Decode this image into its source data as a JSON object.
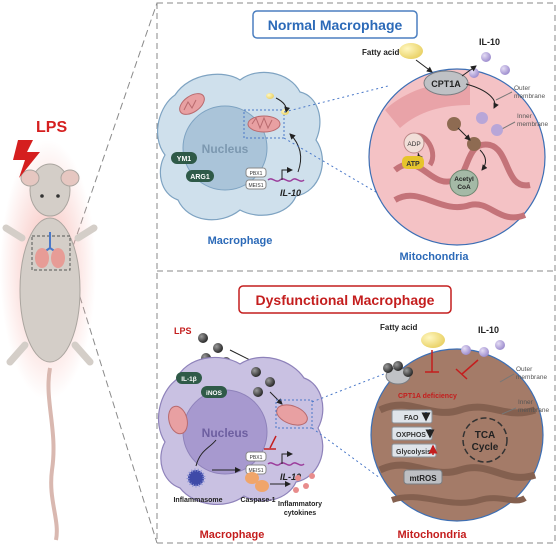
{
  "lps_main": "LPS",
  "normal": {
    "title": "Normal Macrophage",
    "fatty_acid": "Fatty acid",
    "il10": "IL-10",
    "cpt1a": "CPT1A",
    "outer_membrane": [
      "Outer",
      "membrane"
    ],
    "inner_membrane": [
      "Inner",
      "membrane"
    ],
    "adp": "ADP",
    "atp": "ATP",
    "acetyl_coa": [
      "Acetyl",
      "CoA"
    ],
    "nucleus": "Nucleus",
    "ym1": "YM1",
    "arg1": "ARG1",
    "pbx1": "PBX1",
    "meis1": "MEIS1",
    "il10_gene": "IL-10",
    "macrophage_label": "Macrophage",
    "mito_label": "Mitochondria"
  },
  "dysfunctional": {
    "title": "Dysfunctional Macrophage",
    "lps": "LPS",
    "fatty_acid": "Fatty acid",
    "il10": "IL-10",
    "cpt1a_def": "CPT1A deficiency",
    "outer_membrane": [
      "Outer",
      "membrane"
    ],
    "inner_membrane": [
      "Inner",
      "membrane"
    ],
    "fao": "FAO",
    "oxphos": "OXPHOS",
    "glycolysis": "Glycolysis",
    "tca": [
      "TCA",
      "Cycle"
    ],
    "mtros": "mtROS",
    "nucleus": "Nucleus",
    "il1b": "IL-1β",
    "inos": "iNOS",
    "pbx1": "PBX1",
    "meis1": "MEIS1",
    "il10_gene": "IL-10",
    "inflammasome": "Inflammasome",
    "caspase": "Caspase-1",
    "cytokines": [
      "Inflammatory",
      "cytokines"
    ],
    "macrophage_label": "Macrophage",
    "mito_label": "Mitochondria"
  }
}
